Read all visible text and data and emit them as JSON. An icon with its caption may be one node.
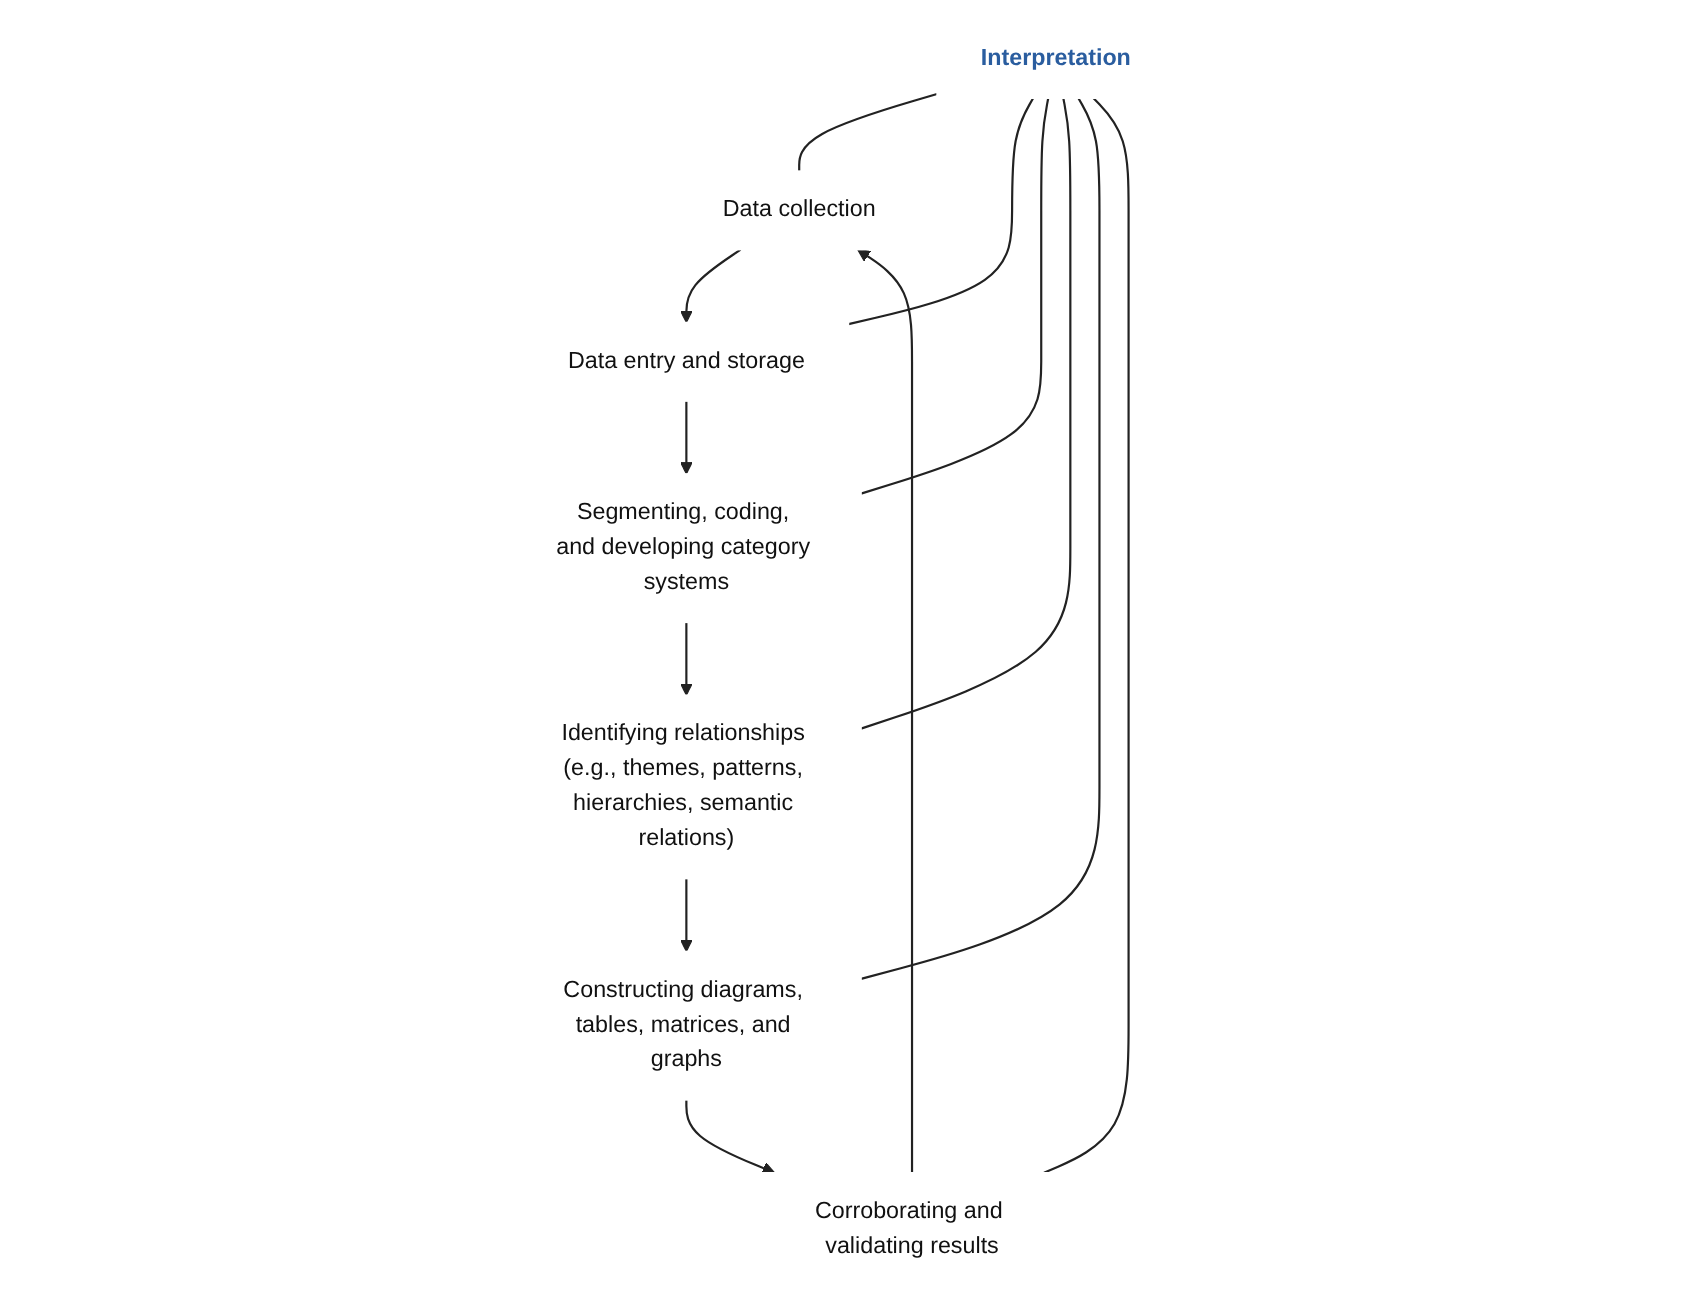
{
  "diagram": {
    "nodes": [
      {
        "text": [
          "Data collection"
        ]
      },
      {
        "text": [
          "Data entry and storage"
        ]
      },
      {
        "text": [
          "Segmenting, coding, and developing category systems"
        ]
      },
      {
        "text": [
          "Identifying relationships (e.g., themes, patterns, hierarchies, semantic relations)"
        ]
      },
      {
        "text": [
          "Constructing diagrams, tables, matrices, and graphs"
        ]
      },
      {
        "text": [
          "Corroborating and validating results"
        ]
      },
      {
        "text": [
          "Interpretation"
        ]
      }
    ],
    "edges": [
      {
        "from": 0,
        "to": 1,
        "arrow": "to"
      },
      {
        "from": 1,
        "to": 2,
        "arrow": "to"
      },
      {
        "from": 2,
        "to": 3,
        "arrow": "to"
      },
      {
        "from": 3,
        "to": 4,
        "arrow": "to"
      },
      {
        "from": 4,
        "to": 5,
        "arrow": "to"
      },
      {
        "from": 5,
        "to": 0,
        "arrow": "to"
      },
      {
        "from": 6,
        "to": 0,
        "arrow": "none"
      },
      {
        "from": 6,
        "to": 1,
        "arrow": "none"
      },
      {
        "from": 6,
        "to": 2,
        "arrow": "none"
      },
      {
        "from": 6,
        "to": 3,
        "arrow": "none"
      },
      {
        "from": 6,
        "to": 4,
        "arrow": "none"
      },
      {
        "from": 6,
        "to": 5,
        "arrow": "none"
      }
    ]
  }
}
